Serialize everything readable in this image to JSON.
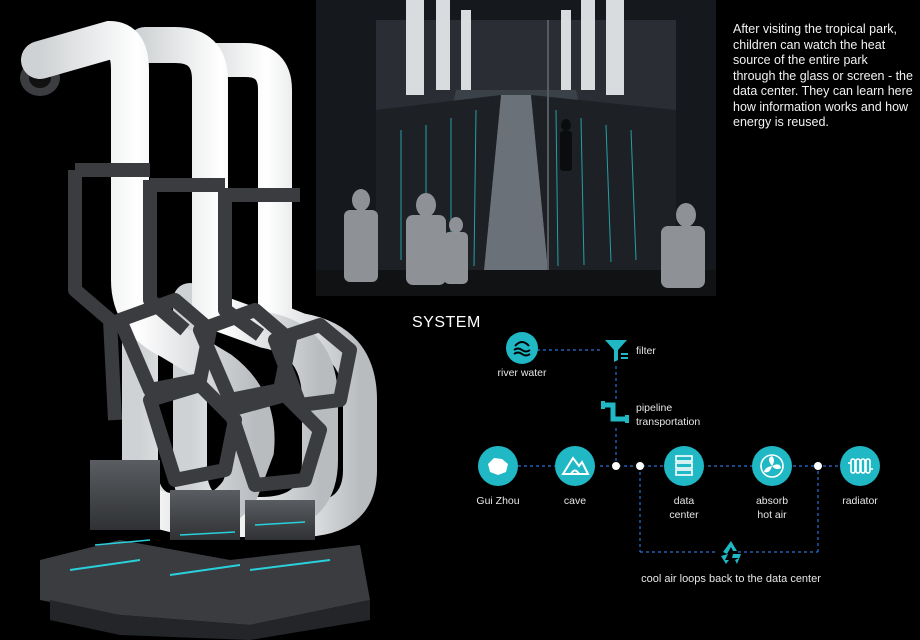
{
  "description": "After visiting the tropical park, children can watch the heat source of the entire park through the glass or screen - the data center. They can learn here how information works and how energy is reused.",
  "system": {
    "title": "SYSTEM",
    "nodes": {
      "river_water": "river water",
      "filter": "filter",
      "pipeline_line1": "pipeline",
      "pipeline_line2": "transportation",
      "guizhou": "Gui Zhou",
      "cave": "cave",
      "data_center_line1": "data",
      "data_center_line2": "center",
      "absorb_line1": "absorb",
      "absorb_line2": "hot air",
      "radiator": "radiator",
      "cool_air": "cool air loops back to the data center"
    }
  },
  "colors": {
    "accent": "#1fb8c4",
    "line": "#2a6fd6",
    "background": "#000000"
  },
  "icons": [
    "waves-icon",
    "filter-funnel-icon",
    "pipe-icon",
    "map-icon",
    "mountain-icon",
    "server-icon",
    "fan-icon",
    "radiator-icon",
    "recycle-icon"
  ]
}
